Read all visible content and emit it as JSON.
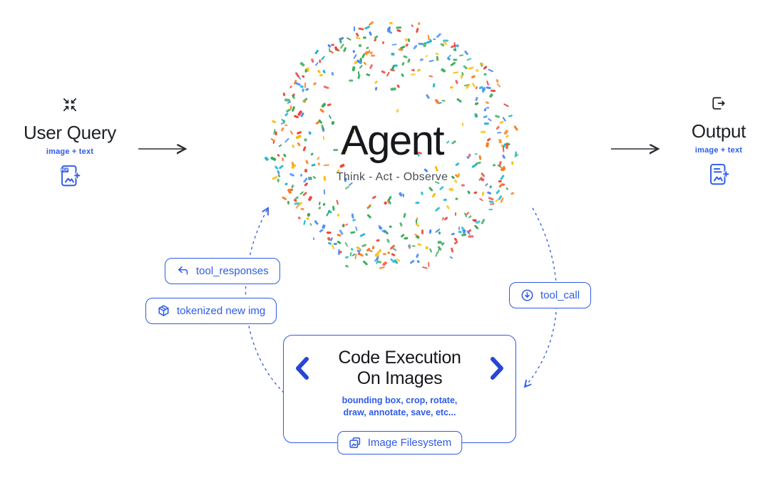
{
  "colors": {
    "accent": "#2e5be6",
    "accent_deep": "#2746d6",
    "ink": "#1f2328",
    "dot_palette": [
      "#4285F4",
      "#EA4335",
      "#FBBC04",
      "#34A853",
      "#12B5CB",
      "#FA7B17",
      "#4285F4",
      "#EA4335",
      "#34A853"
    ]
  },
  "left": {
    "title": "User Query",
    "subtitle": "image + text"
  },
  "right": {
    "title": "Output",
    "subtitle": "image + text"
  },
  "agent": {
    "title": "Agent",
    "subtitle": "Think - Act - Observe"
  },
  "pills": {
    "tool_responses": "tool_responses",
    "tokenized": "tokenized new img",
    "tool_call": "tool_call"
  },
  "code_box": {
    "title_line1": "Code Execution",
    "title_line2": "On Images",
    "subtitle_line1": "bounding box, crop, rotate,",
    "subtitle_line2": "draw, annotate, save, etc...",
    "badge": "Image Filesystem"
  },
  "icons": {
    "left_top": "collapse-arrows-icon",
    "left_doc": "pdf-image-document-icon",
    "right_top": "export-icon",
    "right_doc": "image-document-icon",
    "tool_responses": "return-arrow-icon",
    "tokenized": "package-cube-icon",
    "tool_call": "download-circle-icon",
    "badge": "copy-image-icon"
  }
}
